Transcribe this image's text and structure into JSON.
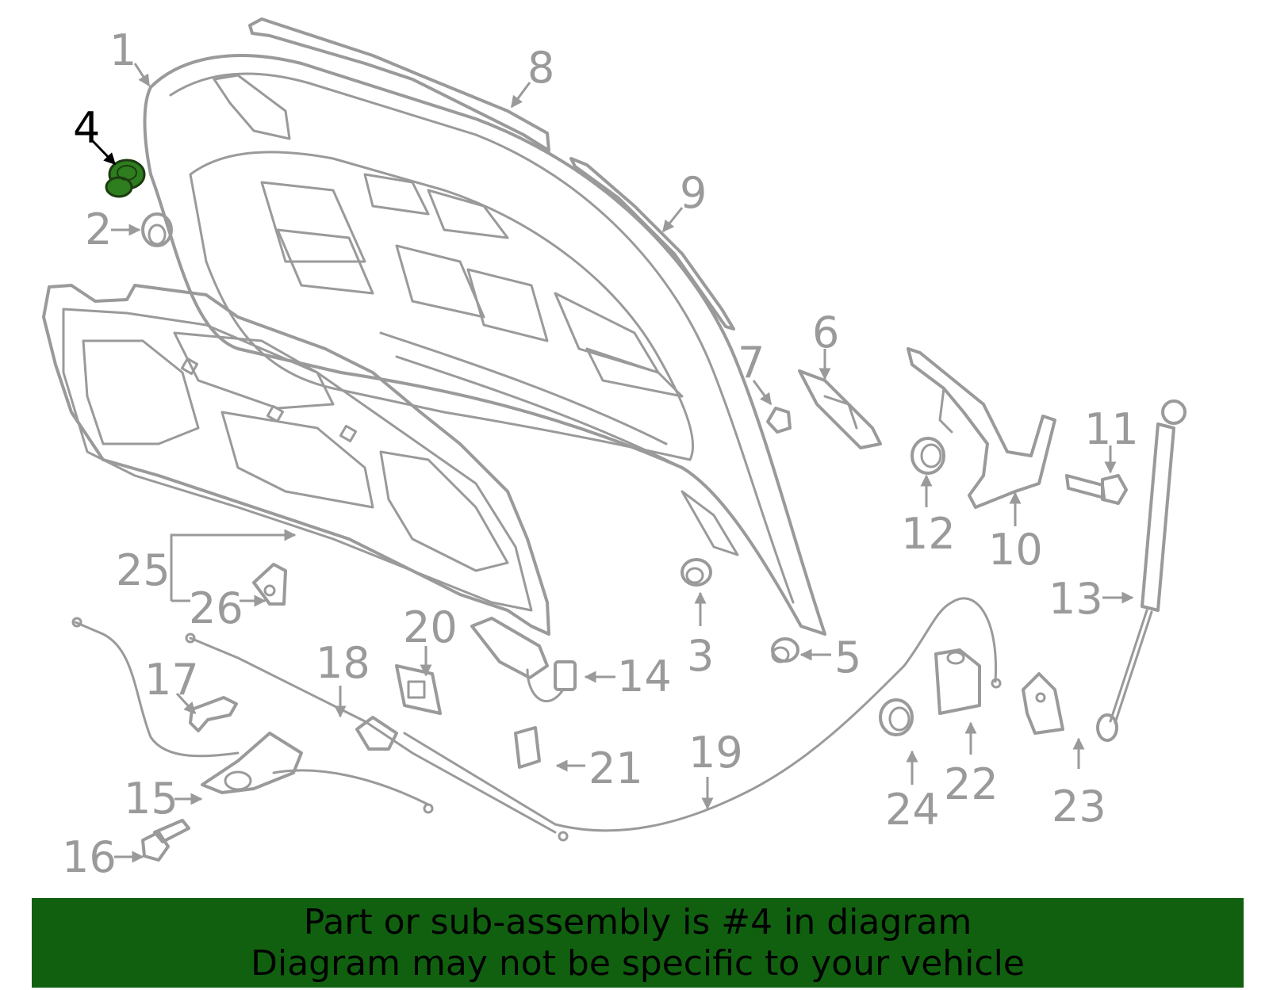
{
  "colors": {
    "line": "#9a9a9a",
    "highlight_part": "#2e7d1e",
    "banner_bg": "#116010",
    "banner_text": "#000000"
  },
  "highlighted_callout": "4",
  "callouts": {
    "c1": "1",
    "c2": "2",
    "c3": "3",
    "c4": "4",
    "c5": "5",
    "c6": "6",
    "c7": "7",
    "c8": "8",
    "c9": "9",
    "c10": "10",
    "c11": "11",
    "c12": "12",
    "c13": "13",
    "c14": "14",
    "c15": "15",
    "c16": "16",
    "c17": "17",
    "c18": "18",
    "c19": "19",
    "c20": "20",
    "c21": "21",
    "c22": "22",
    "c23": "23",
    "c24": "24",
    "c25": "25",
    "c26": "26"
  },
  "banner": {
    "line1": "Part or sub-assembly is #4 in diagram",
    "line2": "Diagram may not be specific to your vehicle"
  }
}
